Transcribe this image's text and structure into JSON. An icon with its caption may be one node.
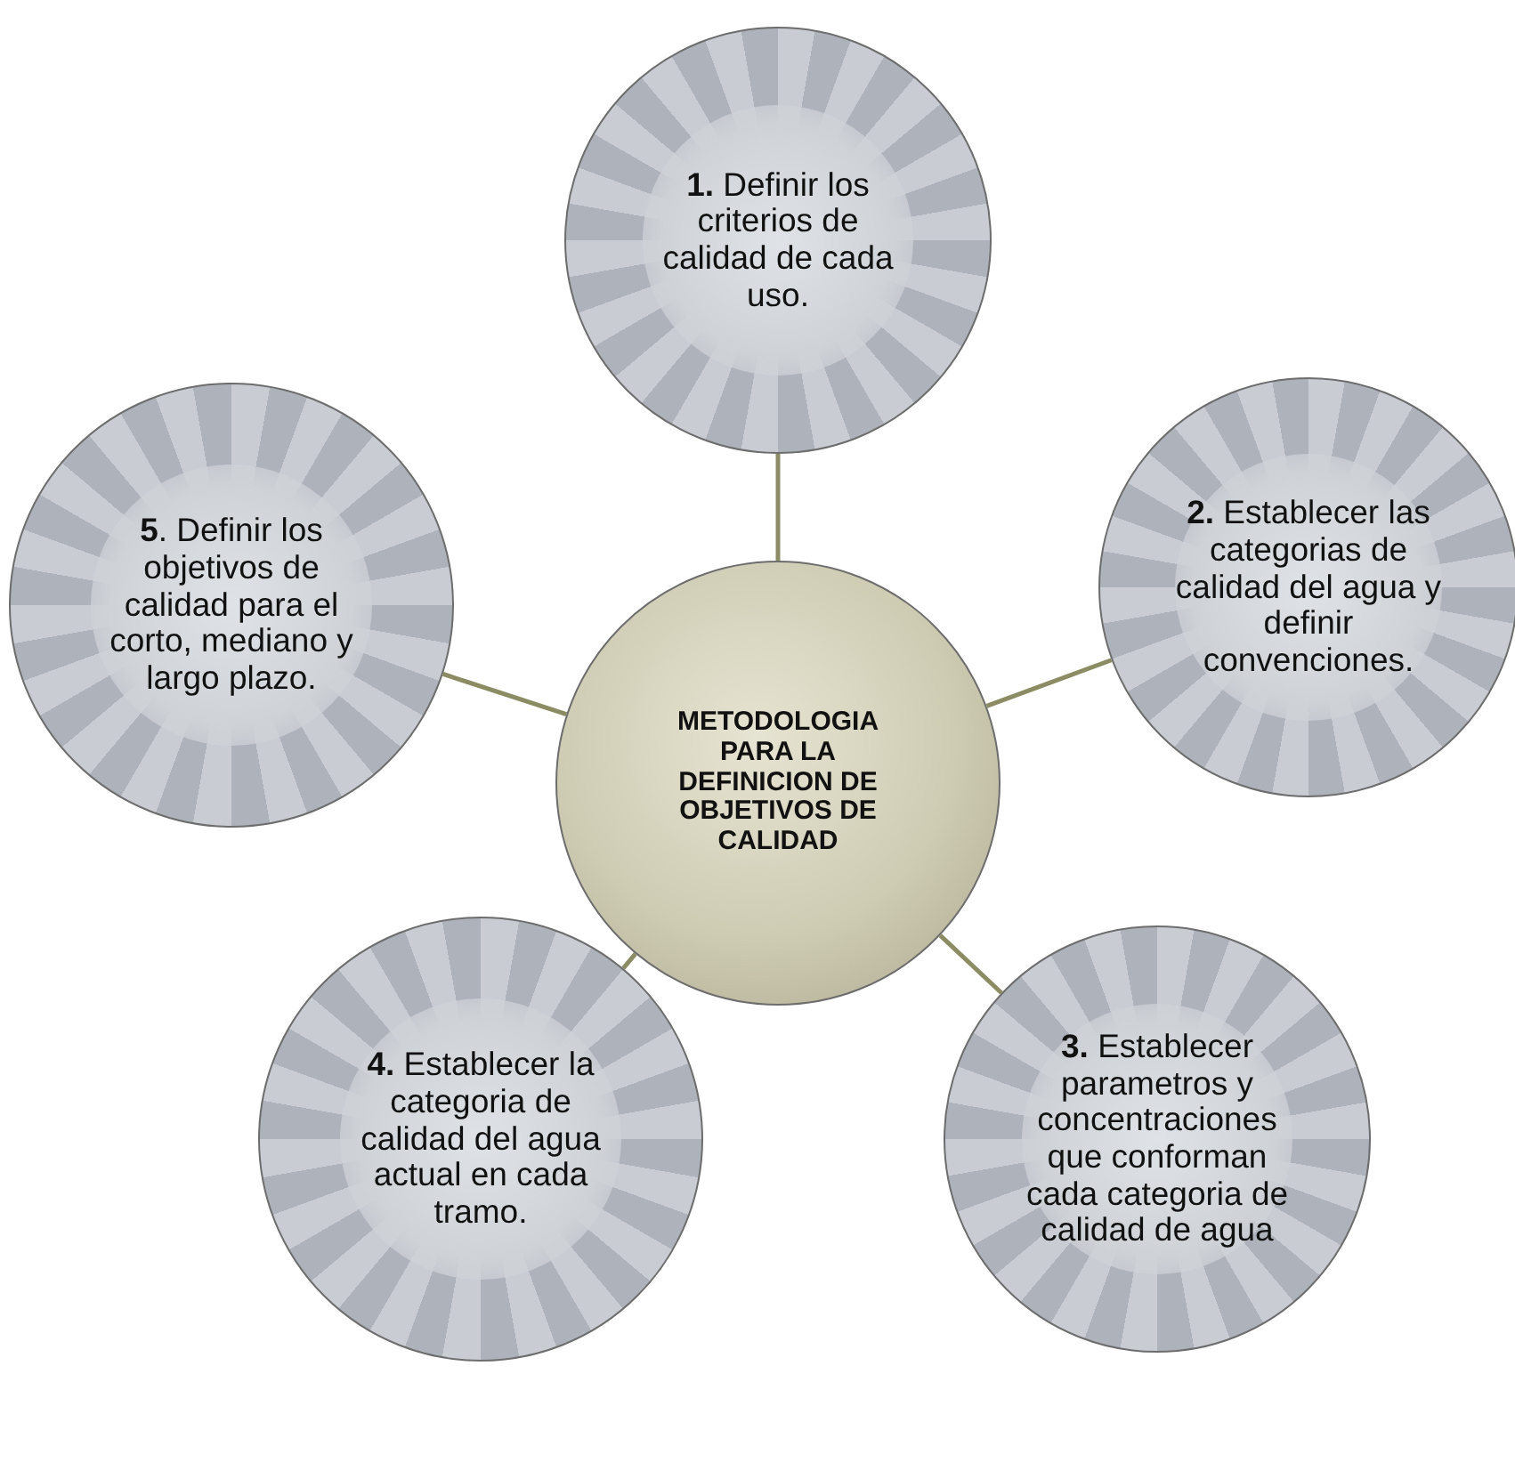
{
  "diagram": {
    "nodes": [
      {
        "text": [
          "METODOLOGIA PARA LA DEFINICION DE OBJETIVOS DE CALIDAD"
        ]
      },
      {
        "text": [
          "**1.** Definir los criterios de calidad de cada uso."
        ]
      },
      {
        "text": [
          "**2.** Establecer las categorias de calidad del agua y definir convenciones."
        ]
      },
      {
        "text": [
          "**3.** Establecer parametros y concentraciones que conforman cada categoria de calidad de agua"
        ]
      },
      {
        "text": [
          "**4.** Establecer la categoria de calidad del agua actual en cada tramo."
        ]
      },
      {
        "text": [
          "**5**. Definir los objetivos de calidad para el corto, mediano y largo plazo."
        ]
      }
    ],
    "edges": [
      {
        "from": 0,
        "to": 1,
        "arrow": "none"
      },
      {
        "from": 0,
        "to": 2,
        "arrow": "none"
      },
      {
        "from": 0,
        "to": 3,
        "arrow": "none"
      },
      {
        "from": 0,
        "to": 4,
        "arrow": "none"
      },
      {
        "from": 0,
        "to": 5,
        "arrow": "none"
      }
    ]
  }
}
